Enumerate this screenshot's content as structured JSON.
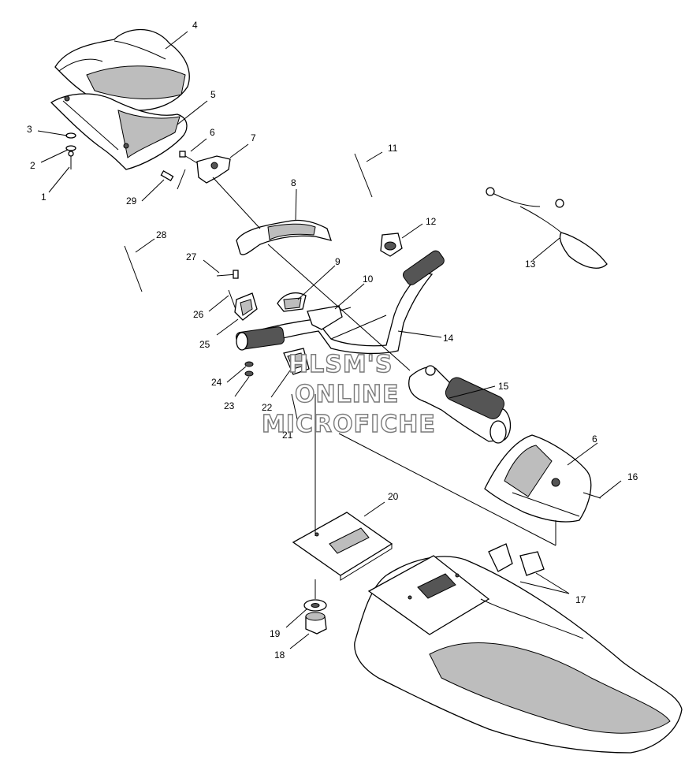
{
  "diagram": {
    "callouts": [
      {
        "id": "c4",
        "text": "4"
      },
      {
        "id": "c5",
        "text": "5"
      },
      {
        "id": "c3",
        "text": "3"
      },
      {
        "id": "c2",
        "text": "2"
      },
      {
        "id": "c1",
        "text": "1"
      },
      {
        "id": "c6a",
        "text": "6"
      },
      {
        "id": "c7",
        "text": "7"
      },
      {
        "id": "c11",
        "text": "11"
      },
      {
        "id": "c29",
        "text": "29"
      },
      {
        "id": "c8",
        "text": "8"
      },
      {
        "id": "c12",
        "text": "12"
      },
      {
        "id": "c28",
        "text": "28"
      },
      {
        "id": "c13",
        "text": "13"
      },
      {
        "id": "c27",
        "text": "27"
      },
      {
        "id": "c9",
        "text": "9"
      },
      {
        "id": "c10",
        "text": "10"
      },
      {
        "id": "c26",
        "text": "26"
      },
      {
        "id": "c14",
        "text": "14"
      },
      {
        "id": "c25",
        "text": "25"
      },
      {
        "id": "c24",
        "text": "24"
      },
      {
        "id": "c15",
        "text": "15"
      },
      {
        "id": "c23",
        "text": "23"
      },
      {
        "id": "c22",
        "text": "22"
      },
      {
        "id": "c21",
        "text": "21"
      },
      {
        "id": "c6b",
        "text": "6"
      },
      {
        "id": "c16",
        "text": "16"
      },
      {
        "id": "c20",
        "text": "20"
      },
      {
        "id": "c17",
        "text": "17"
      },
      {
        "id": "c19",
        "text": "19"
      },
      {
        "id": "c18",
        "text": "18"
      }
    ],
    "watermark": [
      "HLSM'S",
      "ONLINE",
      "MICROFICHE"
    ]
  }
}
